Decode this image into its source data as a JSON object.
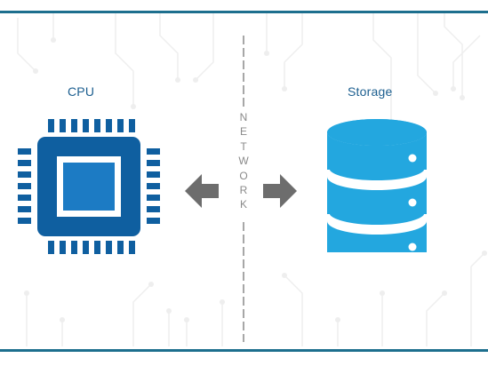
{
  "colors": {
    "frame": "#1d6f8e",
    "cpu": "#0f5fa0",
    "cpu_light": "#1c7bc4",
    "storage": "#23a7df",
    "arrow": "#6d6d6d",
    "label": "#1b5e8f",
    "network_text": "#8a8a8a",
    "circuit": "#eeeeee"
  },
  "icons": {
    "cpu": "cpu-chip-icon",
    "storage": "database-icon",
    "left": "arrow-left-icon",
    "right": "arrow-right-icon"
  },
  "cpu": {
    "label": "CPU"
  },
  "storage": {
    "label": "Storage"
  },
  "network": {
    "letters": [
      "N",
      "E",
      "T",
      "W",
      "O",
      "R",
      "K"
    ]
  }
}
